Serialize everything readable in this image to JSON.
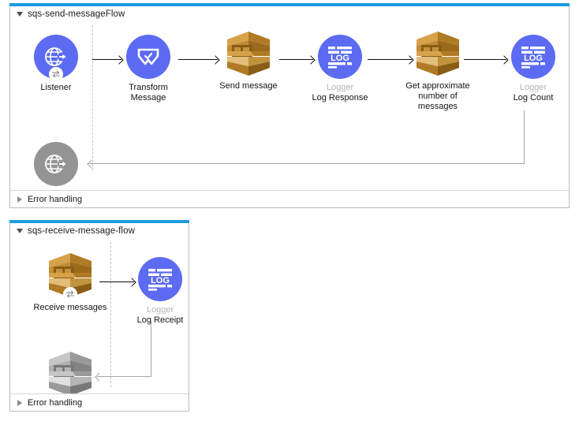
{
  "canvas": {
    "background": "#ffffff",
    "accent_blue": "#1d9bdd",
    "node_purple": "#5c6bf2",
    "node_gold": "#c8902f",
    "node_gray": "#949494",
    "connector_color": "#0d0d0d",
    "error_path_color": "#a6a6a6"
  },
  "flows": [
    {
      "title": "sqs-send-messageFlow",
      "collapse_icon": "triangle-down-icon",
      "nodes": [
        {
          "sub": "",
          "name": "Listener",
          "icon": "http-listener-icon"
        },
        {
          "sub": "",
          "name": "Transform\nMessage",
          "icon": "transform-message-icon"
        },
        {
          "sub": "",
          "name": "Send message",
          "icon": "aws-sqs-icon"
        },
        {
          "sub": "Logger",
          "name": "Log Response",
          "icon": "logger-icon"
        },
        {
          "sub": "",
          "name": "Get approximate\nnumber of\nmessages",
          "icon": "aws-sqs-icon"
        },
        {
          "sub": "Logger",
          "name": "Log Count",
          "icon": "logger-icon"
        }
      ],
      "error_node": {
        "name": "",
        "icon": "http-listener-gray-icon"
      },
      "error_handling": {
        "label": "Error handling",
        "expand_icon": "triangle-right-icon"
      }
    },
    {
      "title": "sqs-receive-message-flow",
      "collapse_icon": "triangle-down-icon",
      "nodes": [
        {
          "sub": "",
          "name": "Receive messages",
          "icon": "aws-sqs-receive-icon"
        },
        {
          "sub": "Logger",
          "name": "Log Receipt",
          "icon": "logger-icon"
        }
      ],
      "error_node": {
        "name": "",
        "icon": "aws-sqs-gray-icon"
      },
      "error_handling": {
        "label": "Error handling",
        "expand_icon": "triangle-right-icon"
      }
    }
  ]
}
